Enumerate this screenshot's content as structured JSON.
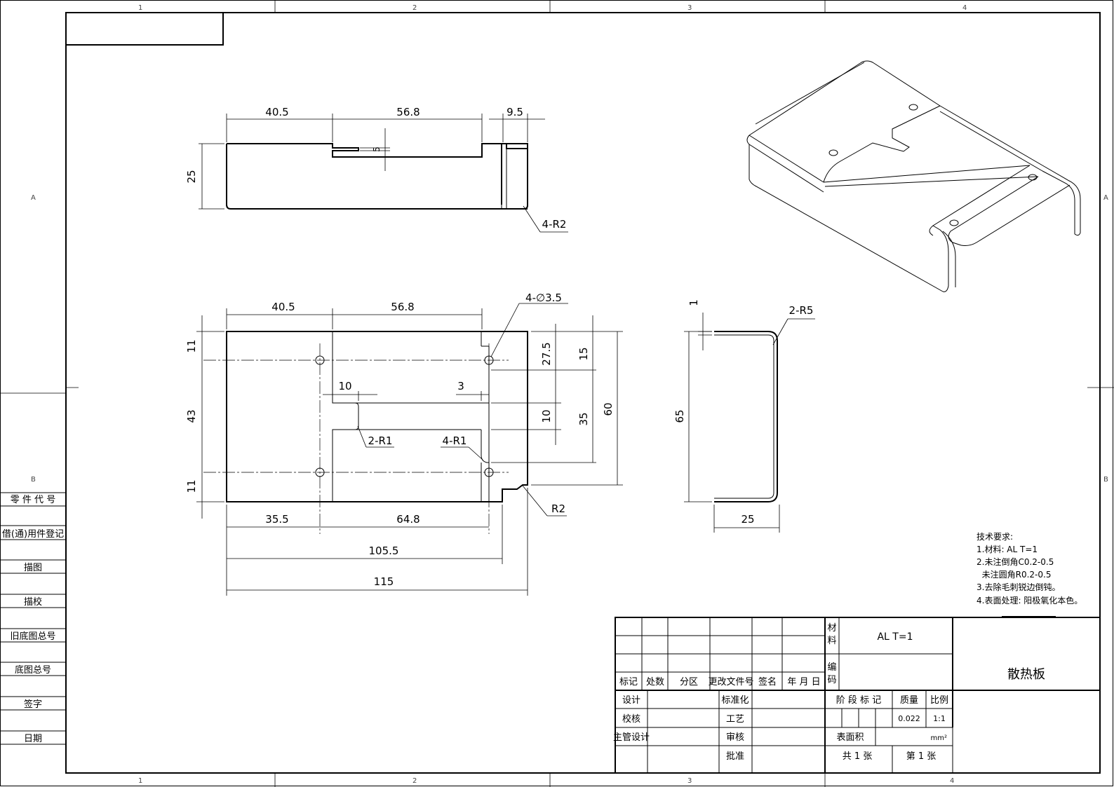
{
  "zones": {
    "top": [
      "1",
      "2",
      "3",
      "4"
    ],
    "bottom": [
      "1",
      "2",
      "3",
      "4"
    ],
    "left": [
      "A",
      "B"
    ],
    "right": [
      "A",
      "B"
    ]
  },
  "side_table": [
    "零 件 代 号",
    "借(通)用件登记",
    "描图",
    "描校",
    "旧底图总号",
    "底图总号",
    "签字",
    "日期"
  ],
  "front_view": {
    "dims": [
      "40.5",
      "56.8",
      "9.5",
      "25",
      "5",
      "4-R2"
    ]
  },
  "top_view": {
    "dims": [
      "40.5",
      "56.8",
      "4-∅3.5",
      "11",
      "43",
      "11",
      "27.5",
      "15",
      "10",
      "3",
      "10",
      "35",
      "60",
      "2-R1",
      "4-R1",
      "R2",
      "35.5",
      "64.8",
      "105.5",
      "115"
    ]
  },
  "section_view": {
    "dims": [
      "1",
      "2-R5",
      "65",
      "25"
    ]
  },
  "tech_requirements": {
    "title": "技术要求:",
    "items": [
      "1.材料: AL T=1",
      "2.未注倒角C0.2-0.5",
      "  未注圆角R0.2-0.5",
      "3.去除毛刺锐边倒钝。",
      "4.表面处理: 阳极氧化本色。"
    ]
  },
  "title_block": {
    "rev_headers": [
      "标记",
      "处数",
      "分区",
      "更改文件号",
      "签名",
      "年 月 日"
    ],
    "sign_rows": [
      {
        "label": "设计",
        "mid": "标准化"
      },
      {
        "label": "校核",
        "mid": "工艺"
      },
      {
        "label": "主管设计",
        "mid": "审核"
      },
      {
        "label": "",
        "mid": "批准"
      }
    ],
    "material_label": "材料",
    "material_value": "AL T=1",
    "code_label": "编码",
    "part_name": "散热板",
    "stage_label": "阶 段 标 记",
    "mass_label": "质量",
    "scale_label": "比例",
    "mass_value": "0.022",
    "scale_value": "1:1",
    "area_label": "表面积",
    "area_unit": "mm²",
    "sheets_total": "共 1 张",
    "sheet_no": "第 1 张"
  }
}
